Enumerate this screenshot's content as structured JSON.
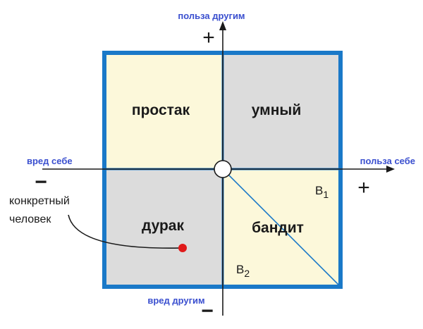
{
  "axes": {
    "y_top_label": "польза другим",
    "y_top_sign": "+",
    "y_bottom_label": "вред другим",
    "y_bottom_sign": "−",
    "x_left_label": "вред себе",
    "x_left_sign": "−",
    "x_right_label": "польза себе",
    "x_right_sign": "+"
  },
  "quadrants": {
    "top_left": "простак",
    "top_right": "умный",
    "bottom_left": "дурак",
    "bottom_right": "бандит"
  },
  "annotation": {
    "line1": "конкретный",
    "line2": "человек"
  },
  "markers": {
    "b1_main": "B",
    "b1_sub": "1",
    "b2_main": "B",
    "b2_sub": "2"
  },
  "colors": {
    "border_blue": "#1a79c8",
    "axis_label_blue": "#3a4fcf",
    "yellow_quadrant": "#fcf8da",
    "gray_quadrant": "#dcdcdc",
    "dot_red": "#e01a1a",
    "text_dark": "#1a1a1a"
  }
}
